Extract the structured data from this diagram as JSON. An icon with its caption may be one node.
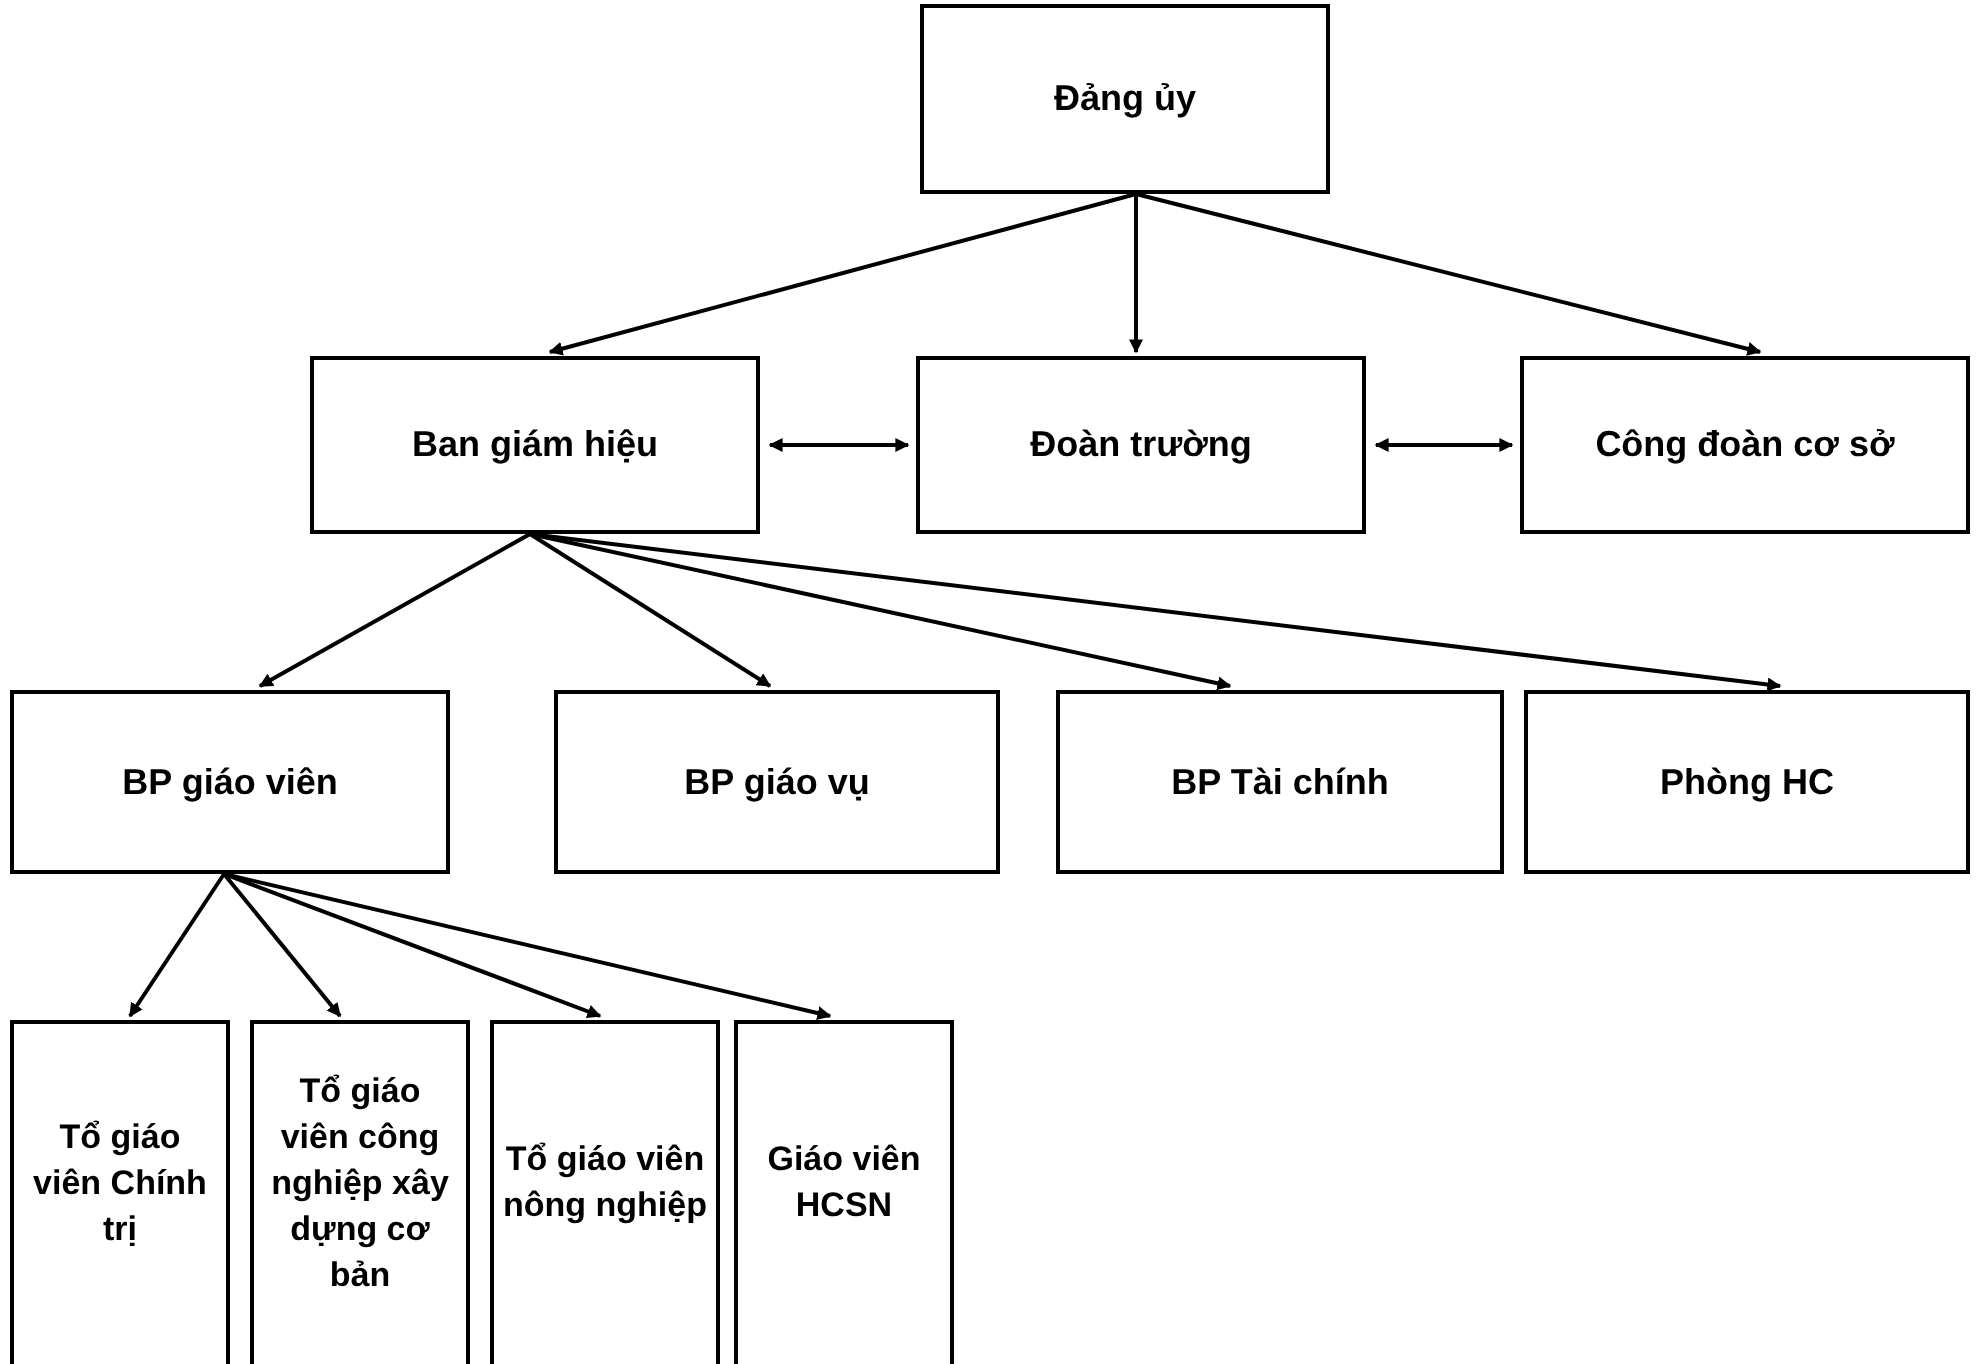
{
  "diagram": {
    "nodes": [
      {
        "text": [
          "Đảng ủy"
        ]
      },
      {
        "text": [
          "Ban giám hiệu"
        ]
      },
      {
        "text": [
          "Đoàn trường"
        ]
      },
      {
        "text": [
          "Công đoàn cơ sở"
        ]
      },
      {
        "text": [
          "BP giáo viên"
        ]
      },
      {
        "text": [
          "BP giáo vụ"
        ]
      },
      {
        "text": [
          "BP Tài chính"
        ]
      },
      {
        "text": [
          "Phòng HC"
        ]
      },
      {
        "text": [
          "Tổ giáo viên Chính trị"
        ]
      },
      {
        "text": [
          "Tổ giáo viên công nghiệp xây dựng cơ bản"
        ]
      },
      {
        "text": [
          "Tổ giáo viên nông nghiệp"
        ]
      },
      {
        "text": [
          "Giáo viên HCSN"
        ]
      }
    ],
    "edges": [
      {
        "from": 0,
        "to": 1,
        "arrow": "to"
      },
      {
        "from": 0,
        "to": 2,
        "arrow": "to"
      },
      {
        "from": 0,
        "to": 3,
        "arrow": "to"
      },
      {
        "from": 1,
        "to": 2,
        "arrow": "both"
      },
      {
        "from": 2,
        "to": 3,
        "arrow": "both"
      },
      {
        "from": 1,
        "to": 4,
        "arrow": "to"
      },
      {
        "from": 1,
        "to": 5,
        "arrow": "to"
      },
      {
        "from": 1,
        "to": 6,
        "arrow": "to"
      },
      {
        "from": 1,
        "to": 7,
        "arrow": "to"
      },
      {
        "from": 4,
        "to": 8,
        "arrow": "to"
      },
      {
        "from": 4,
        "to": 9,
        "arrow": "to"
      },
      {
        "from": 4,
        "to": 10,
        "arrow": "to"
      },
      {
        "from": 4,
        "to": 11,
        "arrow": "to"
      }
    ]
  }
}
